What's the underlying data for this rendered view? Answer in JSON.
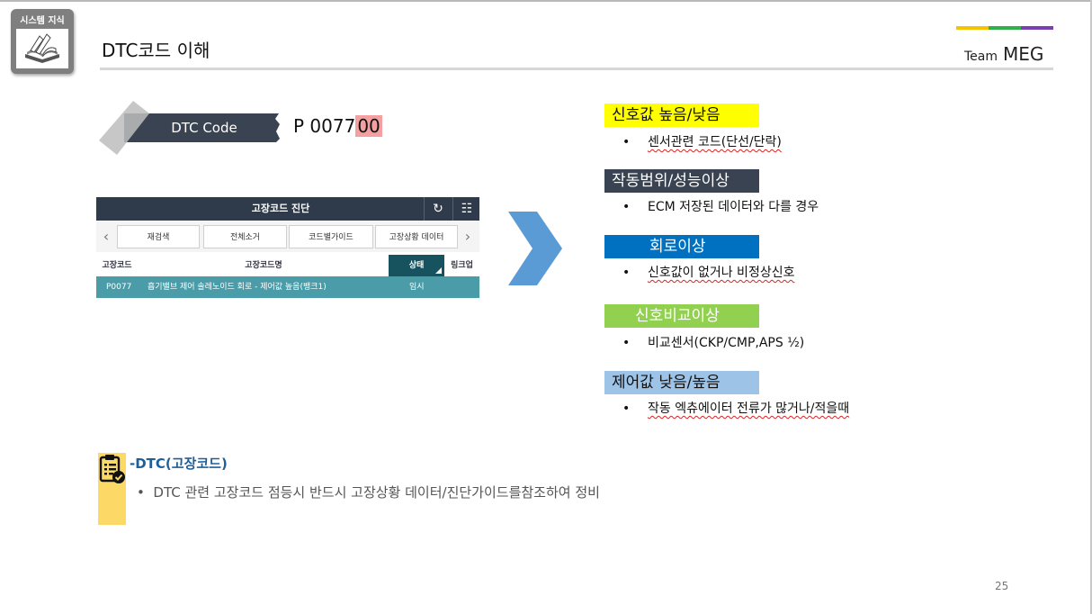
{
  "badge": {
    "label": "시스템 지식",
    "icon": "open-book-icon"
  },
  "header": {
    "title": "DTC코드  이해",
    "team_prefix": "Team",
    "team_name": "MEG",
    "colors": [
      "#f5c400",
      "#2fb04a",
      "#7a3fb0"
    ]
  },
  "dtc": {
    "label": "DTC Code",
    "code_prefix": "P 0077",
    "code_highlight": "00"
  },
  "panel": {
    "title": "고장코드 진단",
    "icons": [
      "refresh-icon",
      "grid-icon"
    ],
    "buttons": [
      "재검색",
      "전체소거",
      "코드별가이드",
      "고장상황 데이터"
    ],
    "columns": [
      "고장코드",
      "고장코드명",
      "상태",
      "링크업"
    ],
    "row": {
      "code": "P0077",
      "name": "흡기밸브 제어 솔레노이드 회로 - 제어값 높음(뱅크1)",
      "status": "임시"
    }
  },
  "categories": [
    {
      "title": "신호값 높음/낮음",
      "bg": "#ffff00",
      "fg": "#111111",
      "desc": "센서관련 코드(단선/단락)"
    },
    {
      "title": "작동범위/성능이상",
      "bg": "#3a4351",
      "fg": "#ffffff",
      "desc": "ECM 저장된 데이터와 다를 경우"
    },
    {
      "title": "회로이상",
      "bg": "#0070c0",
      "fg": "#ffffff",
      "desc": "신호값이 없거나 비정상신호"
    },
    {
      "title": "신호비교이상",
      "bg": "#92d050",
      "fg": "#ffffff",
      "desc": "비교센서(CKP/CMP,APS ½)"
    },
    {
      "title": "제어값 낮음/높음",
      "bg": "#9dc3e6",
      "fg": "#111111",
      "desc": "작동 엑츄에이터 전류가 많거나/적을때"
    }
  ],
  "note": {
    "icon": "clipboard-check-icon",
    "title": "-DTC(고장코드)",
    "bullet": "DTC 관련 고장코드 점등시 반드시 고장상황 데이터/진단가이드를참조하여 정비"
  },
  "page_number": "25"
}
